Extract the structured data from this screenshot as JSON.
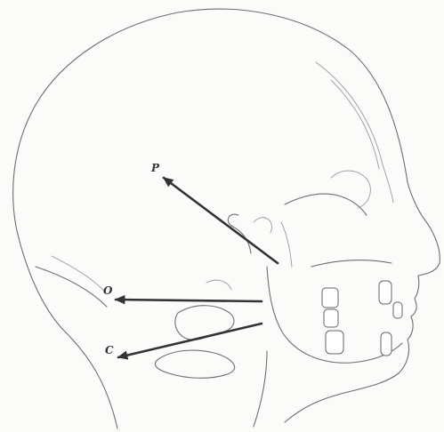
{
  "diagram": {
    "vectors": [
      {
        "id": "P",
        "label": "P"
      },
      {
        "id": "O",
        "label": "O"
      },
      {
        "id": "C",
        "label": "C"
      }
    ]
  }
}
